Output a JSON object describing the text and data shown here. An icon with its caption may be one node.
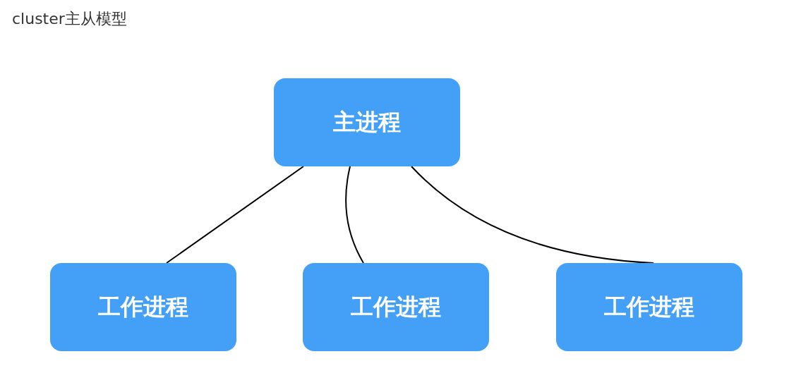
{
  "diagram": {
    "title": "cluster主从模型",
    "nodes": [
      {
        "text": [
          "主进程"
        ]
      },
      {
        "text": [
          "工作进程"
        ]
      },
      {
        "text": [
          "工作进程"
        ]
      },
      {
        "text": [
          "工作进程"
        ]
      }
    ],
    "edges": [
      {
        "from": 0,
        "to": 1,
        "arrow": "none"
      },
      {
        "from": 0,
        "to": 2,
        "arrow": "none"
      },
      {
        "from": 0,
        "to": 3,
        "arrow": "none"
      }
    ]
  }
}
